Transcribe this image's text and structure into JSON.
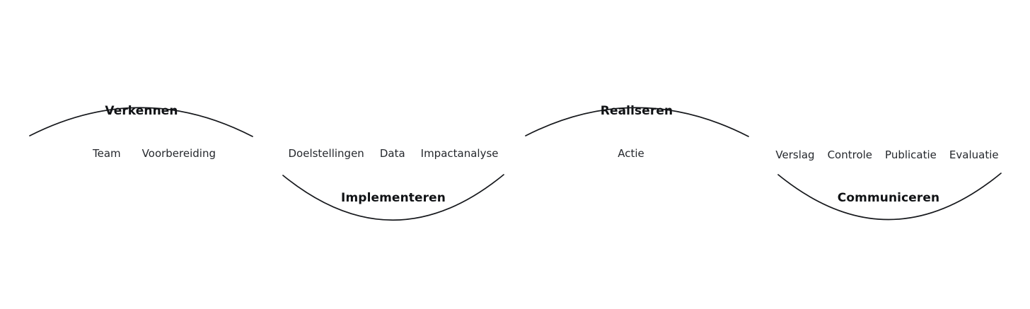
{
  "diagram": {
    "background_color": "#ffffff",
    "stroke_color": "#16181c",
    "title_color": "#101215",
    "sub_label_color": "#25282d",
    "phases": [
      {
        "id": "verkennen",
        "title": "Verkennen",
        "orientation": "arc-up",
        "sub_labels": [
          "Team",
          "Voorbereiding"
        ]
      },
      {
        "id": "implementeren",
        "title": "Implementeren",
        "orientation": "arc-down",
        "sub_labels": [
          "Doelstellingen",
          "Data",
          "Impactanalyse"
        ]
      },
      {
        "id": "realiseren",
        "title": "Realiseren",
        "orientation": "arc-up",
        "sub_labels": [
          "Actie"
        ]
      },
      {
        "id": "communiceren",
        "title": "Communiceren",
        "orientation": "arc-down",
        "sub_labels": [
          "Verslag",
          "Controle",
          "Publicatie",
          "Evaluatie"
        ]
      }
    ]
  }
}
